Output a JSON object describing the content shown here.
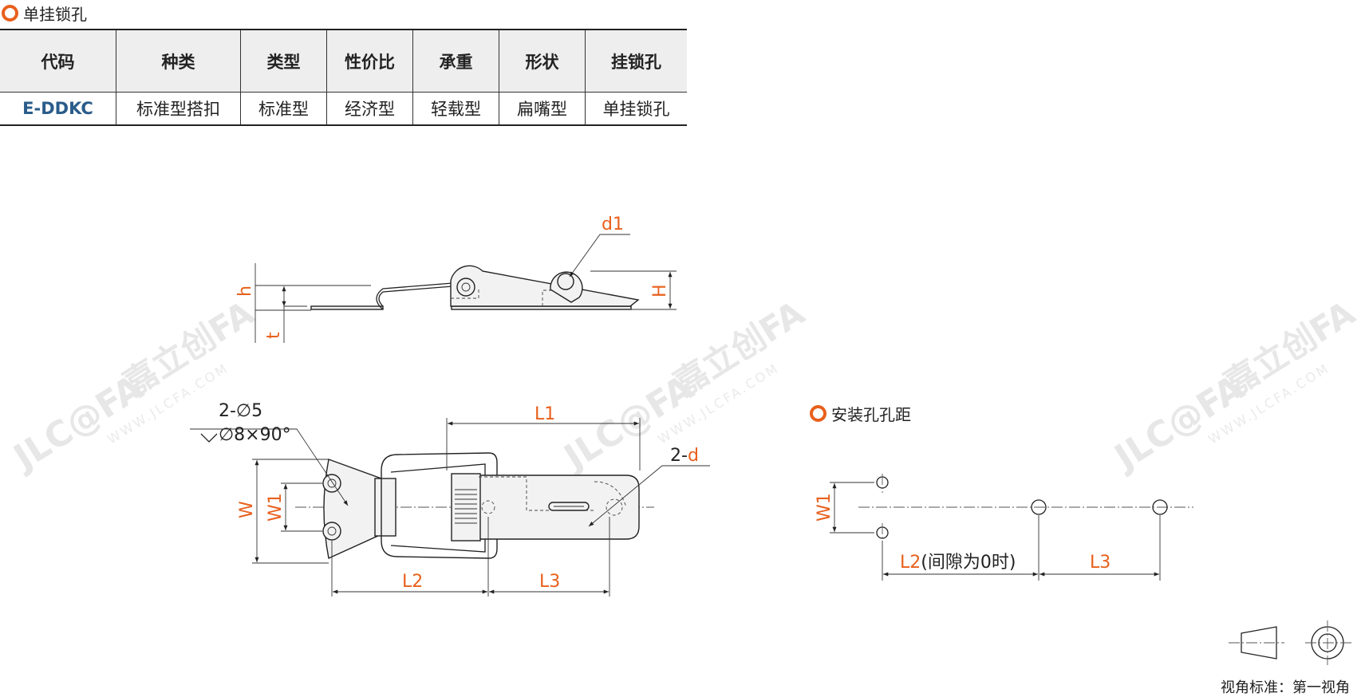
{
  "sections": {
    "top_title": "单挂锁孔",
    "mount_title": "安装孔孔距"
  },
  "table": {
    "headers": [
      "代码",
      "种类",
      "类型",
      "性价比",
      "承重",
      "形状",
      "挂锁孔"
    ],
    "row": [
      "E-DDKC",
      "标准型搭扣",
      "标准型",
      "经济型",
      "轻载型",
      "扁嘴型",
      "单挂锁孔"
    ]
  },
  "dimensions": {
    "d1": "d1",
    "H": "H",
    "h": "h",
    "t": "t",
    "hole_count": "2-∅5",
    "countersink": "∅8×90°",
    "L1": "L1",
    "two_d_prefix": "2-",
    "d": "d",
    "W": "W",
    "W1": "W1",
    "L2": "L2",
    "L3": "L3",
    "mount_W1": "W1",
    "mount_L2": "L2",
    "mount_L2_note": "(间隙为0时)",
    "mount_L3": "L3"
  },
  "watermark": {
    "brand": "JLC@FA",
    "brand_cn": "嘉立创FA",
    "site": "WWW.JLCFA.COM"
  },
  "projection": "视角标准：第一视角",
  "colors": {
    "accent": "#e8601c",
    "code_blue": "#2a5c8a",
    "header_bg": "#eeeeee"
  }
}
